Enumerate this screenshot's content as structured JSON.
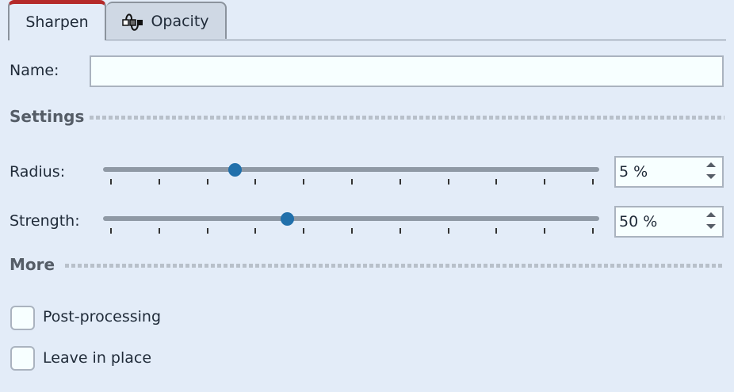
{
  "tabs": [
    {
      "label": "Sharpen",
      "active": true
    },
    {
      "label": "Opacity",
      "active": false,
      "icon": "opacity-curve-icon"
    }
  ],
  "name": {
    "label": "Name:",
    "value": "",
    "placeholder": ""
  },
  "sections": {
    "settings": "Settings",
    "more": "More"
  },
  "sliders": [
    {
      "label": "Radius:",
      "value": "5 %",
      "thumb_pct": 26.5
    },
    {
      "label": "Strength:",
      "value": "50 %",
      "thumb_pct": 37
    }
  ],
  "ticks": 11,
  "checkboxes": [
    {
      "label": "Post-processing",
      "checked": false
    },
    {
      "label": "Leave in place",
      "checked": false
    }
  ],
  "colors": {
    "accent": "#2170ab",
    "active_tab": "#b52a2a",
    "background": "#e3ecf8"
  }
}
